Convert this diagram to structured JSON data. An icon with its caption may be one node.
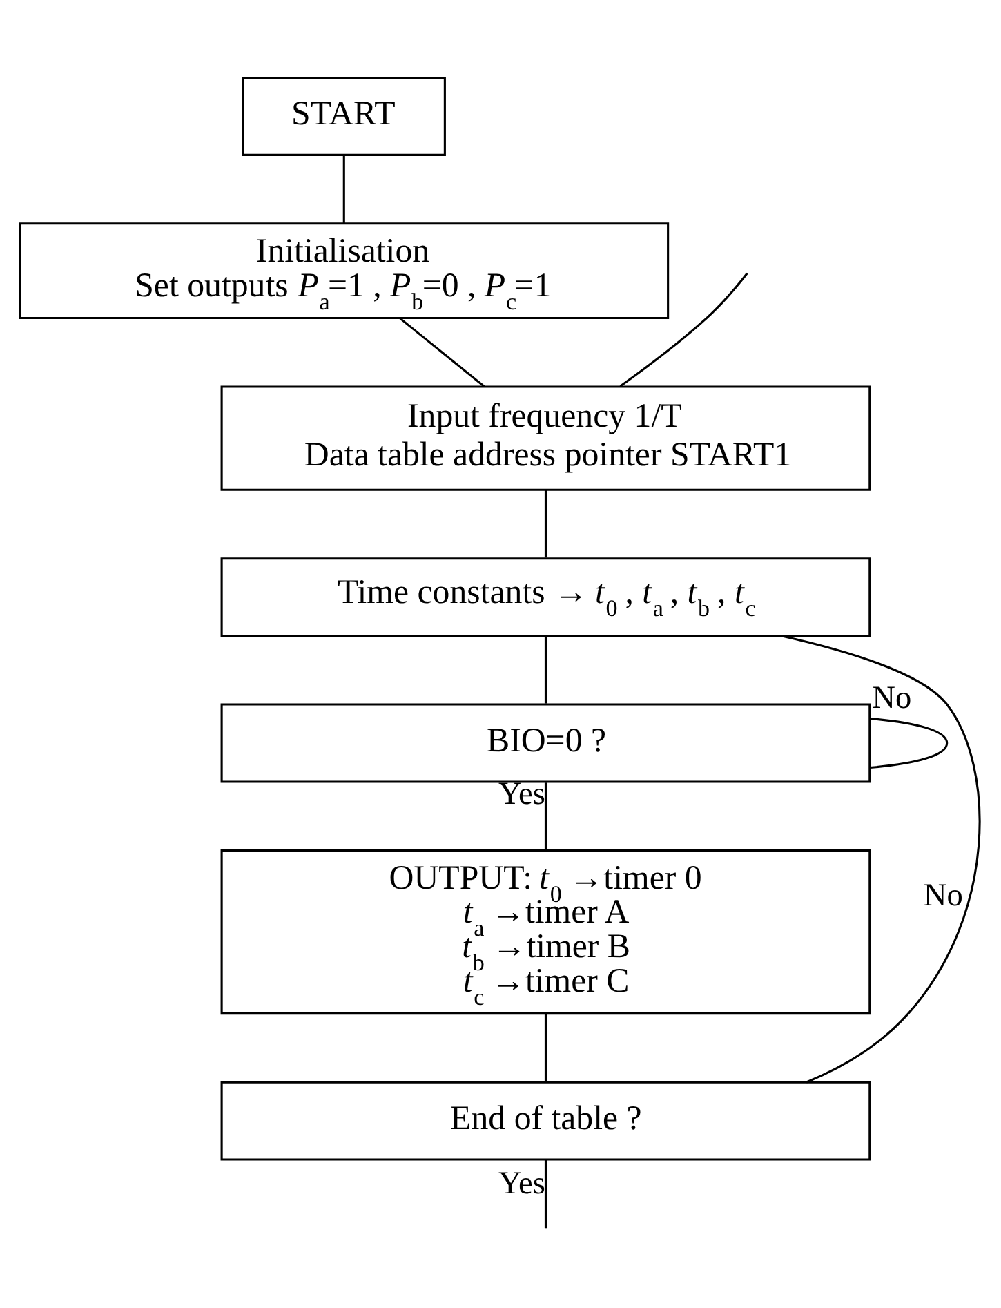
{
  "diagram": {
    "nodes": [
      {
        "text": [
          "START"
        ]
      },
      {
        "text": [
          "Initialisation",
          "Set outputs *P*$_{a}$=1 , *P*$_{b}$=0 , *P*$_{c}$=1"
        ]
      },
      {
        "text": [
          "Input frequency 1/T",
          "Data table address pointer START1"
        ]
      },
      {
        "text": [
          "Time constants → *t*$_{0}$ , *t*$_{a}$ , *t*$_{b}$ , *t*$_{c}$"
        ]
      },
      {
        "text": [
          "BIO=0 ?"
        ]
      },
      {
        "text": [
          "OUTPUT: *t*$_{0}$ →timer 0",
          "*t*$_{a}$ →timer A",
          "*t*$_{b}$ →timer B",
          "*t*$_{c}$ →timer C"
        ]
      },
      {
        "text": [
          "End of table ?"
        ]
      }
    ],
    "edges": [
      {
        "from": 0,
        "to": 1,
        "arrow": "none"
      },
      {
        "from": 1,
        "to": 2,
        "arrow": "none"
      },
      {
        "from": null,
        "to": 2,
        "arrow": "none"
      },
      {
        "from": 2,
        "to": 3,
        "arrow": "none"
      },
      {
        "from": 3,
        "to": 4,
        "arrow": "none"
      },
      {
        "from": 4,
        "to": 4,
        "label": "No",
        "arrow": "none"
      },
      {
        "from": 4,
        "to": 5,
        "label": "Yes",
        "arrow": "none"
      },
      {
        "from": 5,
        "to": 6,
        "arrow": "none"
      },
      {
        "from": 6,
        "to": 3,
        "label": "No",
        "arrow": "none"
      },
      {
        "from": 6,
        "to": null,
        "label": "Yes",
        "arrow": "none"
      }
    ]
  }
}
